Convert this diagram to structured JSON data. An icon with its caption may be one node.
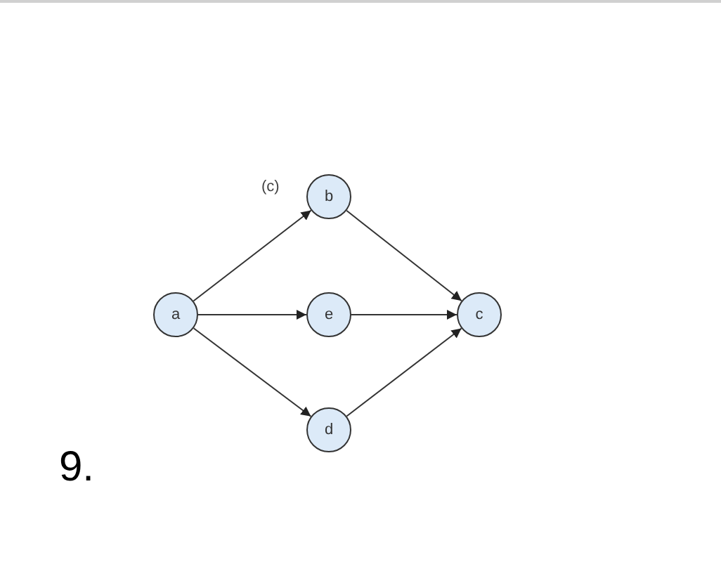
{
  "diagram": {
    "nodes": [
      {
        "text": [
          "a"
        ]
      },
      {
        "text": [
          "b"
        ]
      },
      {
        "text": [
          "e"
        ]
      },
      {
        "text": [
          "d"
        ]
      },
      {
        "text": [
          "c"
        ]
      }
    ],
    "edges": [
      {
        "from": 0,
        "to": 1,
        "arrow": "to"
      },
      {
        "from": 0,
        "to": 2,
        "arrow": "to"
      },
      {
        "from": 0,
        "to": 3,
        "arrow": "to"
      },
      {
        "from": 1,
        "to": 4,
        "arrow": "to"
      },
      {
        "from": 2,
        "to": 4,
        "arrow": "to"
      },
      {
        "from": 3,
        "to": 4,
        "arrow": "to"
      }
    ],
    "labels": [
      "(c)",
      "9."
    ]
  }
}
